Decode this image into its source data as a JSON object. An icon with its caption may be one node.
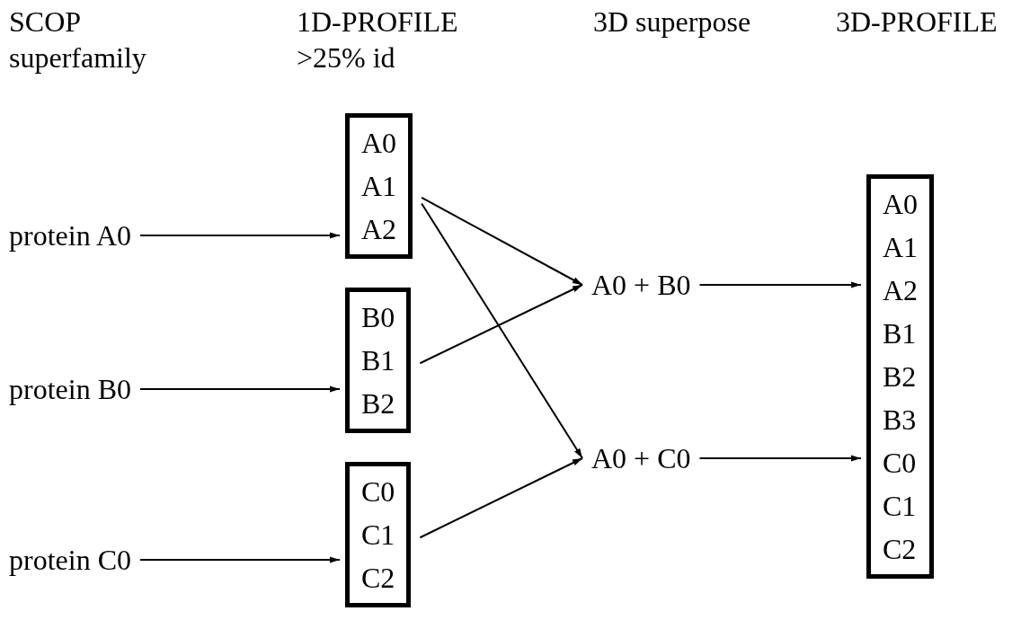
{
  "diagram": {
    "nodes": [
      {
        "text": [
          "protein A0"
        ]
      },
      {
        "text": [
          "protein B0"
        ]
      },
      {
        "text": [
          "protein C0"
        ]
      },
      {
        "text": [
          "A0",
          "A1",
          "A2"
        ]
      },
      {
        "text": [
          "B0",
          "B1",
          "B2"
        ]
      },
      {
        "text": [
          "C0",
          "C1",
          "C2"
        ]
      },
      {
        "text": [
          "A0 + B0"
        ]
      },
      {
        "text": [
          "A0 + C0"
        ]
      },
      {
        "text": [
          "A0",
          "A1",
          "A2",
          "B1",
          "B2",
          "B3",
          "C0",
          "C1",
          "C2"
        ]
      }
    ],
    "edges": [
      {
        "from": 0,
        "to": 3,
        "arrow": "to"
      },
      {
        "from": 1,
        "to": 4,
        "arrow": "to"
      },
      {
        "from": 2,
        "to": 5,
        "arrow": "to"
      },
      {
        "from": 3,
        "to": 6,
        "arrow": "to"
      },
      {
        "from": 3,
        "to": 7,
        "arrow": "to"
      },
      {
        "from": 4,
        "to": 6,
        "arrow": "to"
      },
      {
        "from": 5,
        "to": 7,
        "arrow": "to"
      },
      {
        "from": 6,
        "to": 8,
        "arrow": "to"
      },
      {
        "from": 7,
        "to": 8,
        "arrow": "to"
      }
    ],
    "labels": [
      "SCOP superfamily",
      "1D-PROFILE >25% id",
      "3D superpose",
      "3D-PROFILE"
    ]
  }
}
